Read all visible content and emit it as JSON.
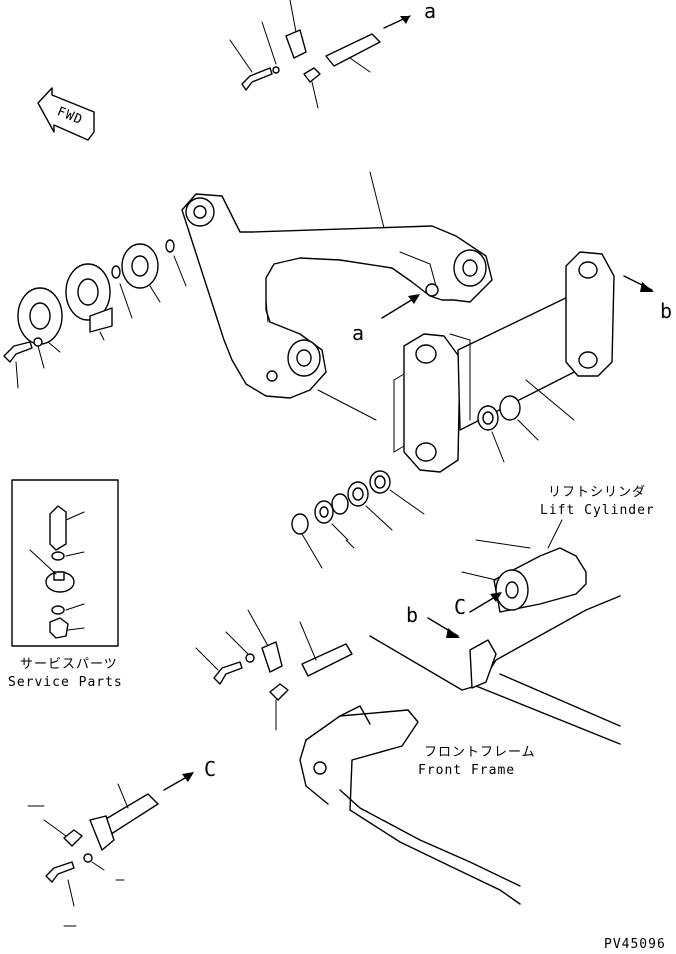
{
  "labels": {
    "arrow_a_top": "a",
    "arrow_a_mid": "a",
    "arrow_b_right": "b",
    "arrow_b_mid": "b",
    "arrow_c_mid": "C",
    "arrow_c_bottom": "C",
    "fwd": "FWD"
  },
  "service_parts": {
    "jp": "サービスパーツ",
    "en": "Service Parts"
  },
  "lift_cylinder": {
    "jp": "リフトシリンダ",
    "en": "Lift Cylinder"
  },
  "front_frame": {
    "jp": "フロントフレーム",
    "en": "Front Frame"
  },
  "drawing_number": "PV45096",
  "colors": {
    "ink": "#000000",
    "paper": "#ffffff"
  }
}
